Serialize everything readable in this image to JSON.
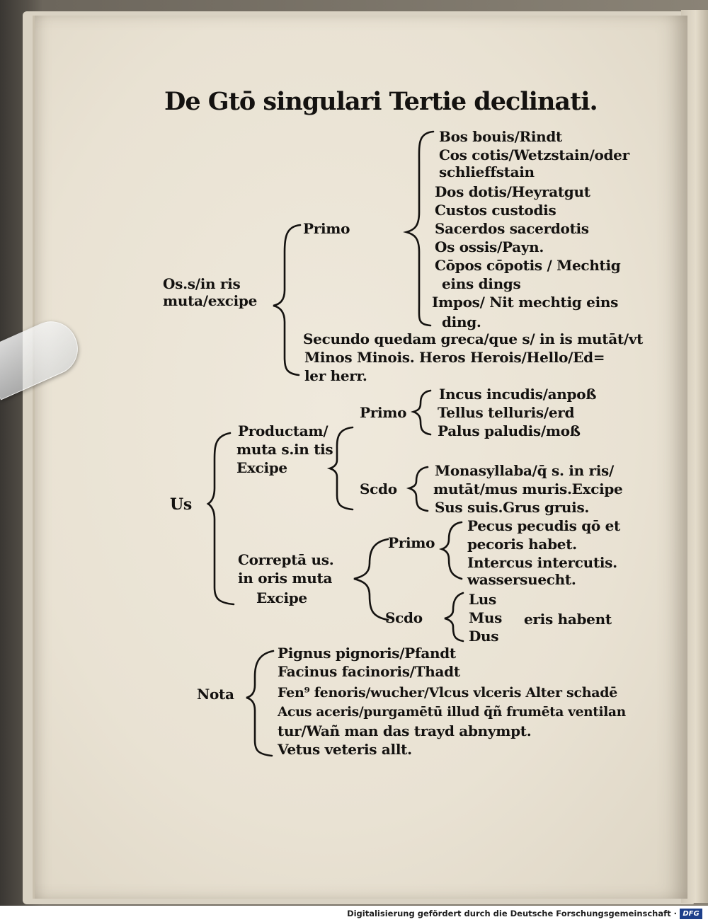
{
  "title": "De Gtō singulari Tertie declinati.",
  "section1": {
    "rule": [
      "Os.s/in ris",
      "muta/excipe"
    ],
    "primo_label": "Primo",
    "primo_items": [
      "Bos bouis/Rindt",
      "Cos cotis/Wetzstain/oder",
      "schlieffstain",
      "Dos dotis/Heyratgut",
      "Custos custodis",
      "Sacerdos sacerdotis",
      "Os ossis/Payn.",
      "Cōpos cōpotis / Mechtig",
      "eins dings",
      "Impos/ Nit mechtig eins",
      "ding."
    ],
    "secundo_lines": [
      "Secundo quedam greca/que s/ in is mutāt/vt",
      "Minos Minois. Heros Herois/Hello/Ed=",
      "ler herr."
    ]
  },
  "section2": {
    "rule": "Us",
    "productam_lines": [
      "Productam/",
      "muta s.in tis",
      "Excipe"
    ],
    "productam_primo_label": "Primo",
    "productam_primo_items": [
      "Incus incudis/anpoß",
      "Tellus telluris/erd",
      "Palus paludis/moß"
    ],
    "productam_secundo_label": "Scdo",
    "productam_secundo_items": [
      "Monasyllaba/q̄ s. in ris/",
      "mutāt/mus muris.Excipe",
      "Sus suis.Grus gruis."
    ],
    "correpta_lines": [
      "Correptā us.",
      "in oris muta",
      "Excipe"
    ],
    "correpta_primo_label": "Primo",
    "correpta_primo_items": [
      "Pecus pecudis qō et",
      "pecoris habet.",
      "Intercus intercutis.",
      "wassersuecht."
    ],
    "correpta_secundo_label": "Scdo",
    "correpta_secundo_items": [
      "Lus",
      "Mus",
      "Dus"
    ],
    "correpta_secundo_note": "eris habent"
  },
  "section3": {
    "label": "Nota",
    "lines": [
      "Pignus pignoris/Pfandt",
      "Facinus facinoris/Thadt",
      "Fen⁹ fenoris/wucher/Vlcus vlceris Alter schadē",
      "Acus aceris/purgamētū illud q̄ñ frumēta ventilan",
      "tur/Wañ man das trayd abnympt.",
      "Vetus veteris allt."
    ]
  },
  "footer": {
    "text": "Digitalisierung gefördert durch die Deutsche Forschungsgemeinschaft ·",
    "logo": "DFG"
  }
}
